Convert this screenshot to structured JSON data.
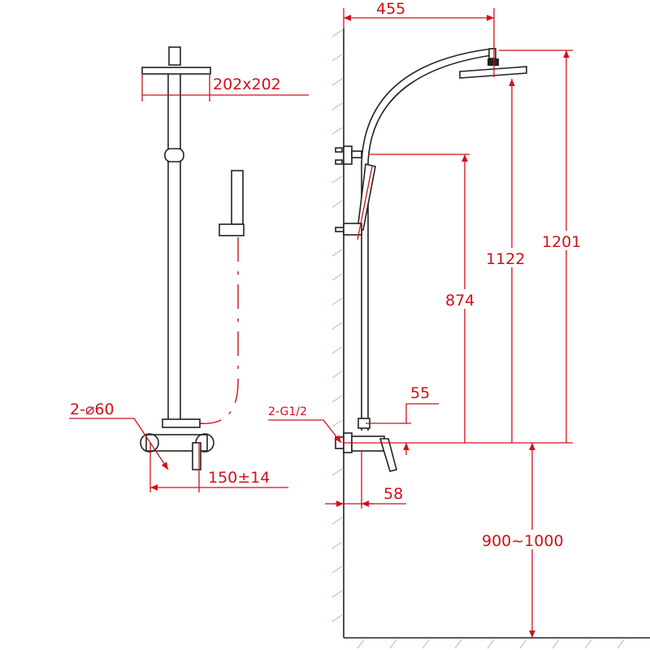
{
  "colors": {
    "dimension": "#d0101a",
    "outline": "#222222",
    "wall_hatch": "#8fce8f"
  },
  "front_view": {
    "head_size": "202x202",
    "hole_label": "2-⌀60",
    "spacing": "150±14"
  },
  "side_view": {
    "arm_reach": "455",
    "total_height": "1201",
    "head_height": "1122",
    "bracket_height": "874",
    "outlet_offset": "55",
    "inlet_label": "2-G1/2",
    "wall_offset": "58",
    "install_height": "900~1000"
  }
}
